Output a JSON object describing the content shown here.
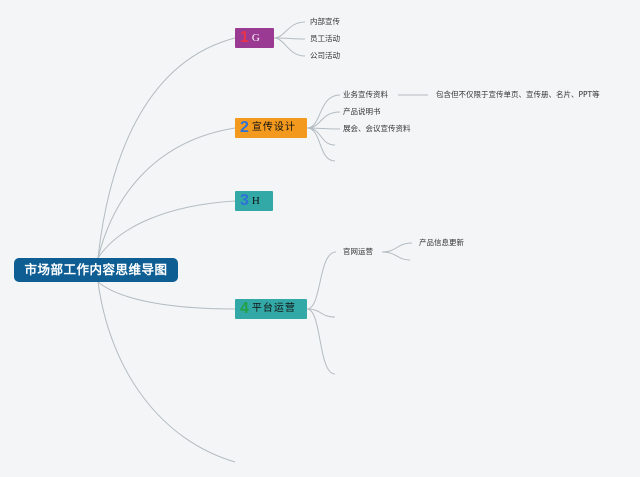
{
  "root": {
    "label": "市场部工作内容思维导图"
  },
  "branches": [
    {
      "num": "1",
      "label": "G",
      "color": "#9b3a93",
      "num_color": "#e8324a",
      "children": [
        "内部宣传",
        "员工活动",
        "公司活动"
      ]
    },
    {
      "num": "2",
      "label": "宣传设计",
      "color": "#f39a1e",
      "num_color": "#2f72d6",
      "children": [
        "业务宣传资料",
        "产品说明书",
        "展会、会议宣传资料"
      ],
      "sub": {
        "label": "包含但不仅限于宣传单页、宣传册、名片、PPT等"
      }
    },
    {
      "num": "3",
      "label": "H",
      "color": "#33a9a7",
      "num_color": "#2f72d6",
      "children": []
    },
    {
      "num": "4",
      "label": "平台运营",
      "color": "#33a9a7",
      "num_color": "#23a045",
      "children": [
        "官网运营"
      ],
      "sub": {
        "label": "产品信息更新"
      }
    }
  ],
  "colors": {
    "background": "#f4f5f6",
    "root": "#0e5e94",
    "line": "#b3bcc2"
  }
}
